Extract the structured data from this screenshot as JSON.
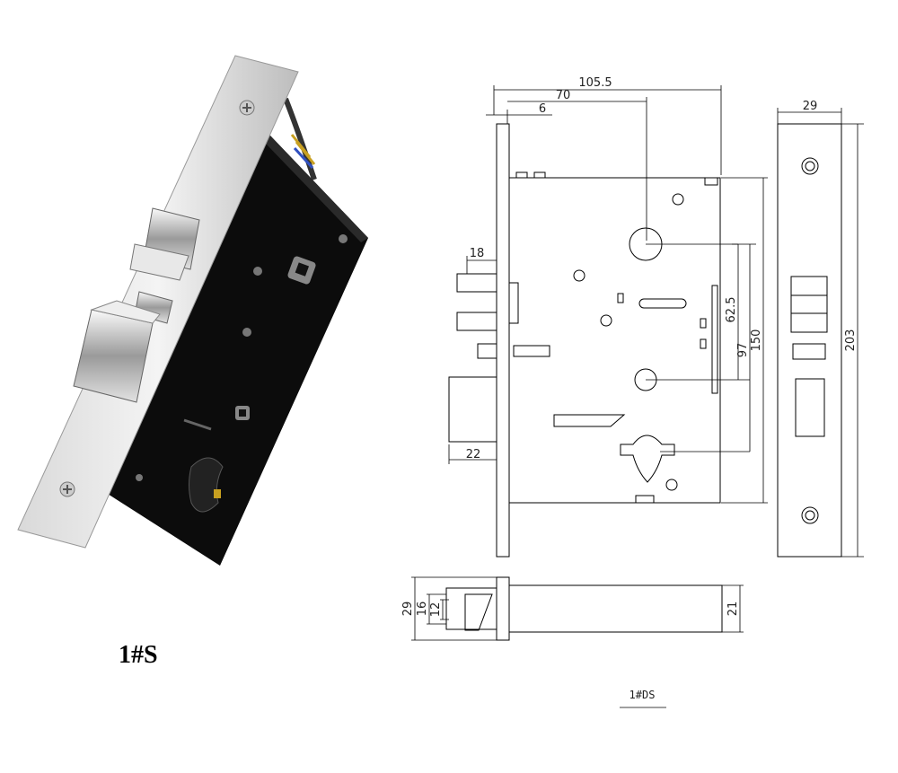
{
  "photo_caption": "1#S",
  "drawing_caption": "1#DS",
  "dimensions": {
    "overall_width": "105.5",
    "backset": "70",
    "faceplate_offset": "6",
    "faceplate_width": "29",
    "faceplate_height": "203",
    "body_height": "150",
    "spindle_to_cylinder": "62.5",
    "follower_to_cylinder": "97",
    "latch_projection": "18",
    "deadbolt_projection": "22",
    "side_thickness": "29",
    "side_16": "16",
    "side_12": "12",
    "side_21": "21"
  }
}
